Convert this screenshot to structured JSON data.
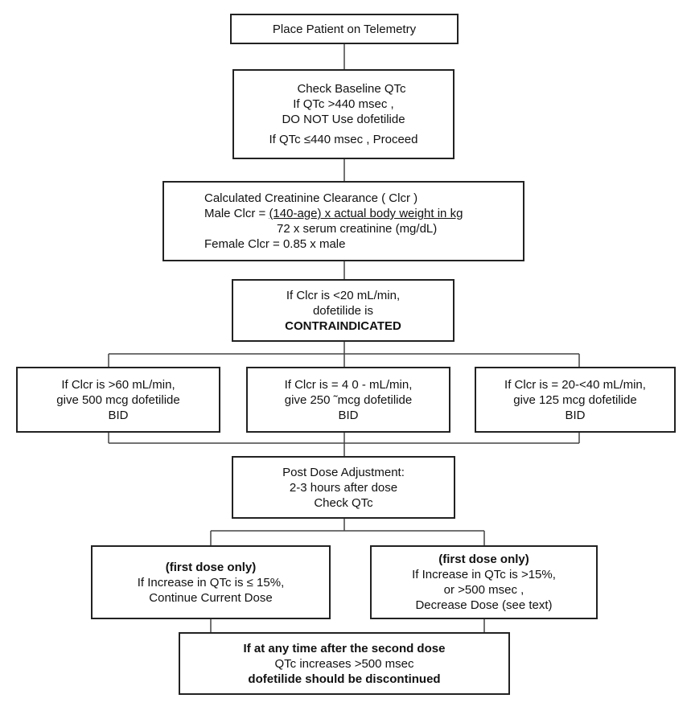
{
  "boxes": {
    "telemetry": {
      "lines": [
        "Place Patient on Telemetry"
      ]
    },
    "baseline_qtc": {
      "lines": [
        "Check Baseline   QTc",
        "If QTc  >440  msec ,",
        "DO NOT Use   dofetilide",
        "If QTc  ≤440  msec , Proceed"
      ]
    },
    "creatinine_clearance": {
      "title": "Calculated   Creatinine   Clearance  ( Clcr )",
      "male_prefix": "Male  Clcr = ",
      "male_numerator": "(140-age) x actual body weight in kg",
      "male_denominator": "72 x serum     creatinine  (mg/dL)",
      "female": "Female  Clcr  = 0.85 x male"
    },
    "contraindicated": {
      "lines": [
        "If Clcr  is <20 mL/min,",
        "dofetilide   is"
      ],
      "bold": "CONTRAINDICATED"
    },
    "dose_high": {
      "lines": [
        "If Clcr  is >60 mL/min,",
        "give 500  mcg dofetilide",
        "BID"
      ]
    },
    "dose_mid": {
      "lines": [
        "If Clcr  is = 4  0   -    mL/min,",
        "give 250 ˜mcg dofetilide",
        "BID"
      ]
    },
    "dose_low": {
      "lines": [
        "If Clcr  is  = 20-<40 mL/min,",
        "give 125  mcg dofetilide",
        "BID"
      ]
    },
    "post_dose": {
      "lines": [
        "Post Dose Adjustment:",
        "2-3 hours after dose",
        "Check  QTc"
      ]
    },
    "continue_dose": {
      "bold": "(first dose only)",
      "lines": [
        "If Increase in   QTc is  ≤ 15%,",
        "Continue Current Dose"
      ]
    },
    "decrease_dose": {
      "bold": "(first dose only)",
      "lines": [
        "If Increase in   QTc is >15%,",
        "or >500   msec ,",
        "Decrease Dose (see text)"
      ]
    },
    "discontinue": {
      "bold_top": "If at any time after the second dose",
      "line": "QTc increases    >500 msec",
      "bold_bottom": "dofetilide  should be discontinued"
    }
  }
}
